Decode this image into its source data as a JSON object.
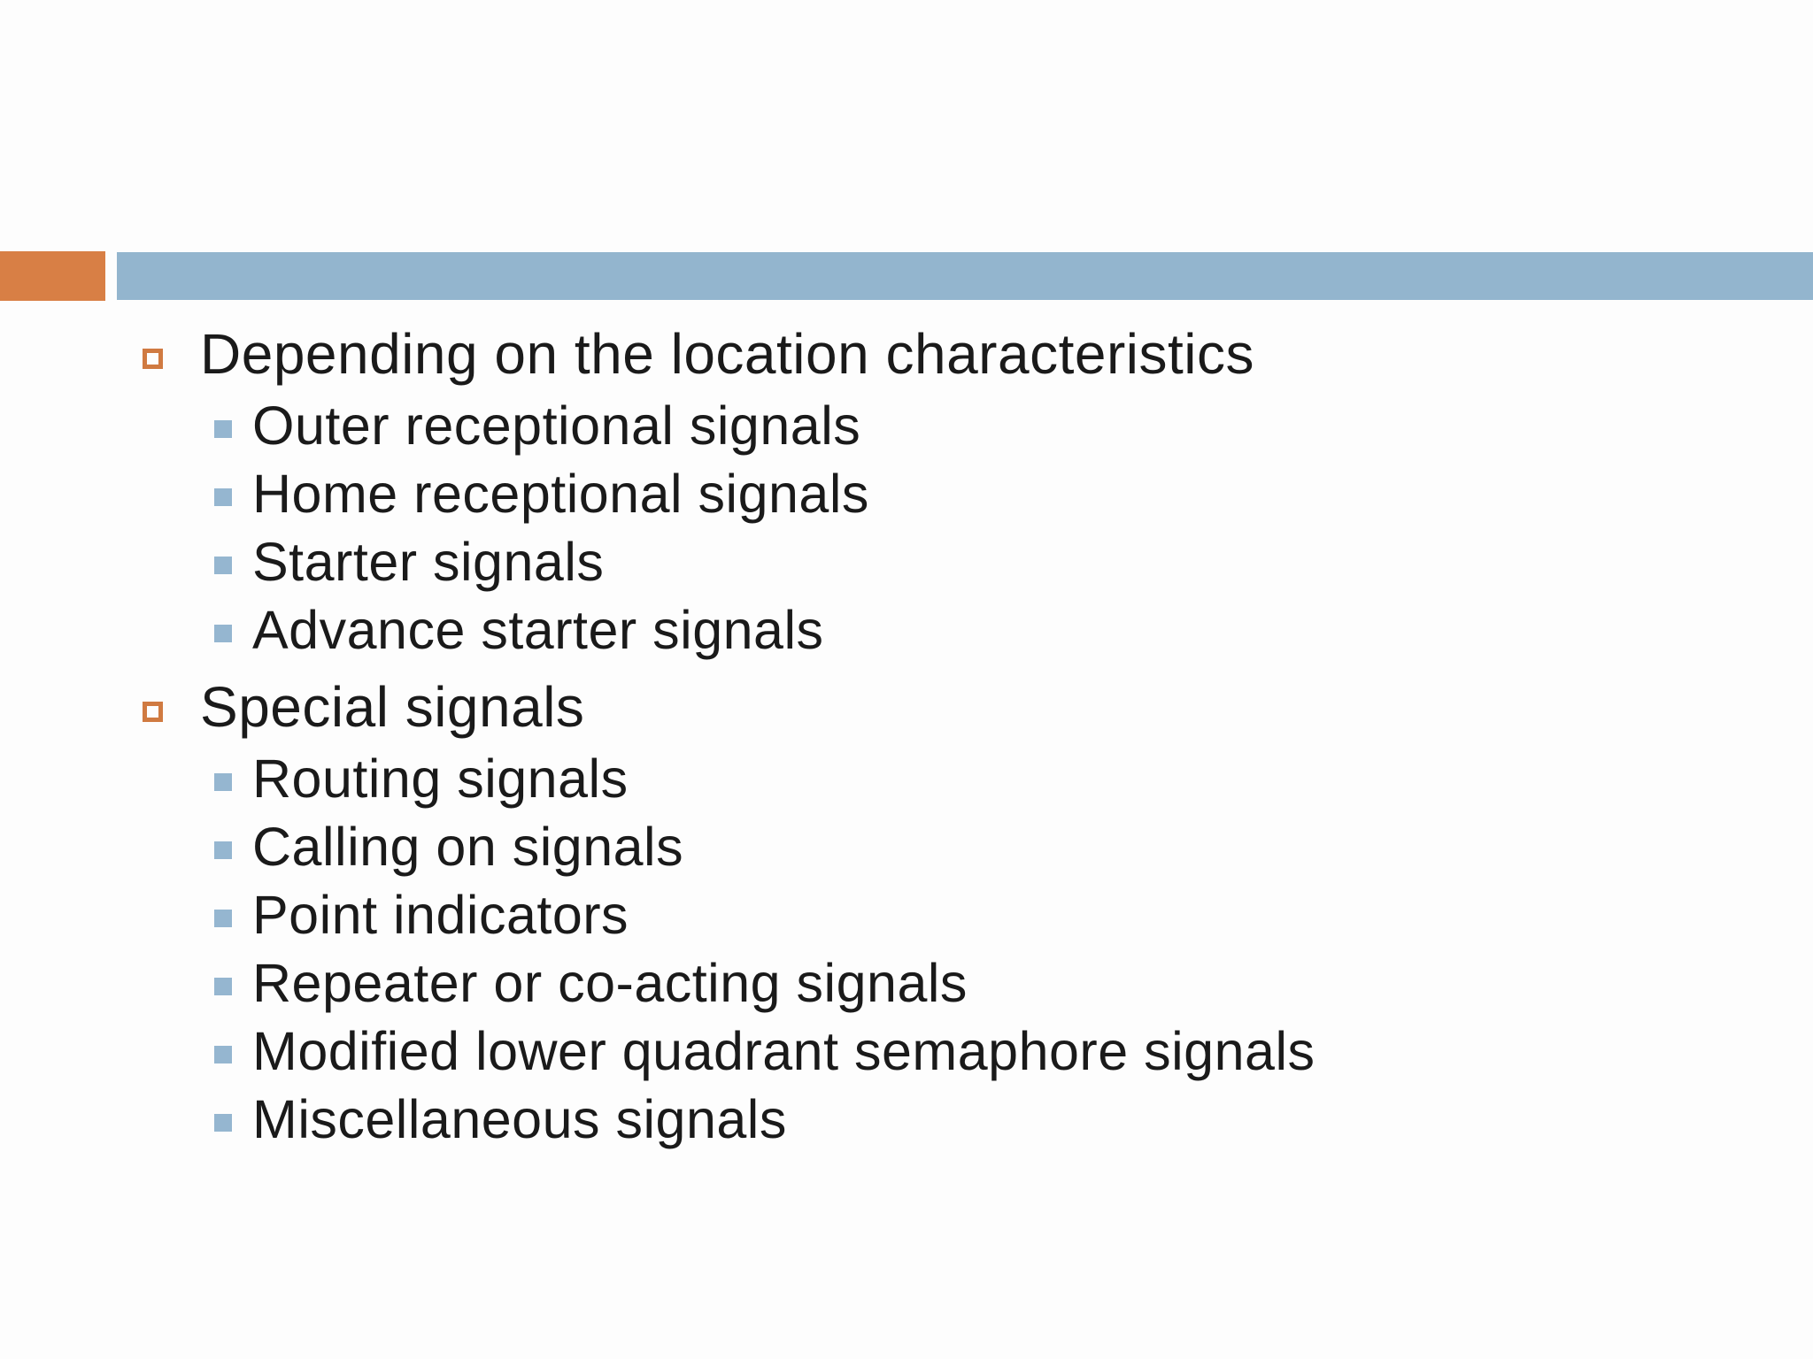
{
  "slide_type": "presentation-slide",
  "colors": {
    "accent_orange": "#D87F45",
    "header_bar_blue": "#93B5CE",
    "bullet_orange": "#D07A41",
    "bullet_blue": "#95B6D0",
    "text": "#1A1A1A",
    "background": "#FDFDFD"
  },
  "content": {
    "items": [
      {
        "level": 1,
        "text": "Depending on the location characteristics"
      },
      {
        "level": 2,
        "text": "Outer receptional signals"
      },
      {
        "level": 2,
        "text": "Home receptional signals"
      },
      {
        "level": 2,
        "text": "Starter signals"
      },
      {
        "level": 2,
        "text": "Advance starter signals"
      },
      {
        "level": 1,
        "text": "Special signals"
      },
      {
        "level": 2,
        "text": "Routing signals"
      },
      {
        "level": 2,
        "text": "Calling on signals"
      },
      {
        "level": 2,
        "text": "Point indicators"
      },
      {
        "level": 2,
        "text": "Repeater or co-acting signals"
      },
      {
        "level": 2,
        "text": "Modified lower quadrant semaphore signals"
      },
      {
        "level": 2,
        "text": "Miscellaneous signals"
      }
    ]
  }
}
